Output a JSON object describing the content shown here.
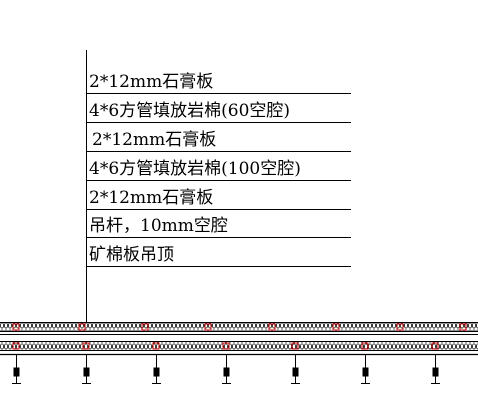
{
  "annotation_labels": [
    "2*12mm石膏板",
    "4*6方管填放岩棉(60空腔)",
    "2*12mm石膏板",
    "4*6方管填放岩棉(100空腔)",
    "2*12mm石膏板",
    "吊杆，10mm空腔",
    "矿棉板吊顶"
  ],
  "colors": {
    "line": "#000000",
    "accent": "#cc0000",
    "background": "#ffffff"
  }
}
